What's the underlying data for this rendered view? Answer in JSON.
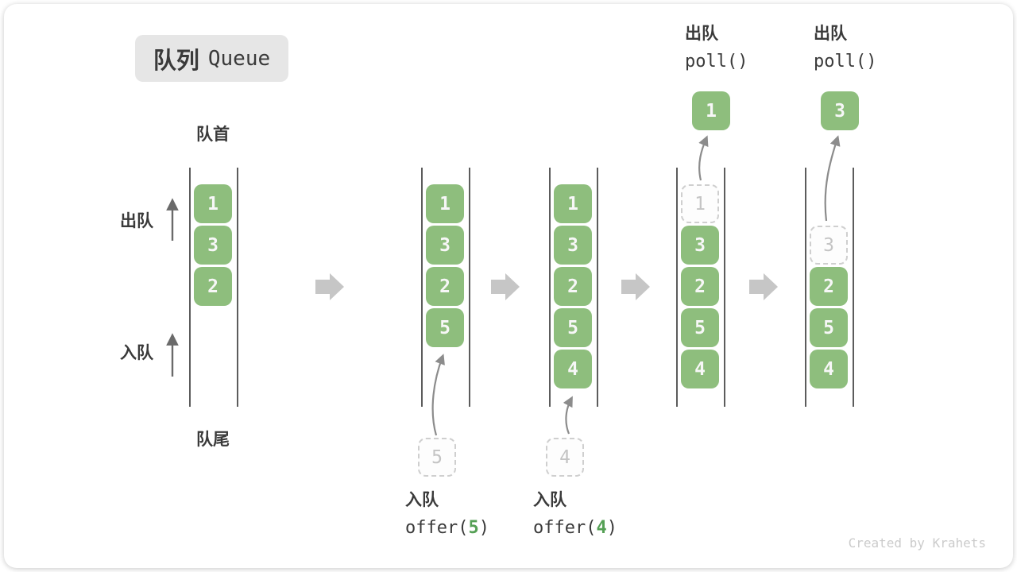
{
  "title": {
    "zh": "队列",
    "en": "Queue"
  },
  "side_labels": {
    "front": "队首",
    "rear": "队尾",
    "dequeue": "出队",
    "enqueue": "入队"
  },
  "watermark": "Created by Krahets",
  "colors": {
    "element_green": "#8EBE7D",
    "code_arg_green": "#55A055",
    "label_dark": "#3A3A3A",
    "dashed_gray": "#CFCFCF",
    "transition_arrow_gray": "#C6C6C6",
    "wall_line_gray": "#5C5C5C",
    "badge_bg": "#E6E6E6"
  },
  "columns": [
    {
      "slots": [
        {
          "row": 0,
          "value": "1",
          "style": "filled"
        },
        {
          "row": 1,
          "value": "3",
          "style": "filled"
        },
        {
          "row": 2,
          "value": "2",
          "style": "filled"
        }
      ]
    },
    {
      "slots": [
        {
          "row": 0,
          "value": "1",
          "style": "filled"
        },
        {
          "row": 1,
          "value": "3",
          "style": "filled"
        },
        {
          "row": 2,
          "value": "2",
          "style": "filled"
        },
        {
          "row": 3,
          "value": "5",
          "style": "filled"
        }
      ],
      "incoming_value": "5",
      "op": {
        "label": "入队",
        "code_prefix": "offer(",
        "arg": "5",
        "code_suffix": ")"
      }
    },
    {
      "slots": [
        {
          "row": 0,
          "value": "1",
          "style": "filled"
        },
        {
          "row": 1,
          "value": "3",
          "style": "filled"
        },
        {
          "row": 2,
          "value": "2",
          "style": "filled"
        },
        {
          "row": 3,
          "value": "5",
          "style": "filled"
        },
        {
          "row": 4,
          "value": "4",
          "style": "filled"
        }
      ],
      "incoming_value": "4",
      "op": {
        "label": "入队",
        "code_prefix": "offer(",
        "arg": "4",
        "code_suffix": ")"
      }
    },
    {
      "slots": [
        {
          "row": 0,
          "value": "1",
          "style": "dashed"
        },
        {
          "row": 1,
          "value": "3",
          "style": "filled"
        },
        {
          "row": 2,
          "value": "2",
          "style": "filled"
        },
        {
          "row": 3,
          "value": "5",
          "style": "filled"
        },
        {
          "row": 4,
          "value": "4",
          "style": "filled"
        }
      ],
      "outgoing_value": "1",
      "op": {
        "label": "出队",
        "code": "poll()"
      }
    },
    {
      "slots": [
        {
          "row": 1,
          "value": "3",
          "style": "dashed"
        },
        {
          "row": 2,
          "value": "2",
          "style": "filled"
        },
        {
          "row": 3,
          "value": "5",
          "style": "filled"
        },
        {
          "row": 4,
          "value": "4",
          "style": "filled"
        }
      ],
      "outgoing_value": "3",
      "op": {
        "label": "出队",
        "code": "poll()"
      }
    }
  ]
}
